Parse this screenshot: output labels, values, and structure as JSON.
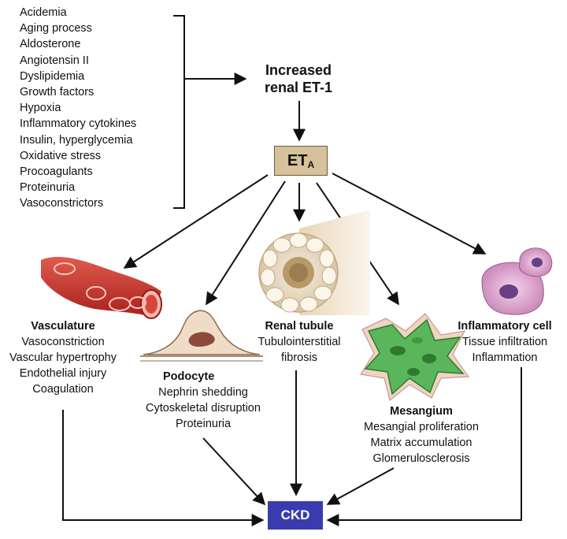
{
  "risk_factors": [
    "Acidemia",
    "Aging process",
    "Aldosterone",
    "Angiotensin II",
    "Dyslipidemia",
    "Growth factors",
    "Hypoxia",
    "Inflammatory cytokines",
    "Insulin, hyperglycemia",
    "Oxidative stress",
    "Procoagulants",
    "Proteinuria",
    "Vasoconstrictors"
  ],
  "increased_et1": {
    "line1": "Increased",
    "line2": "renal ET-1"
  },
  "eta": {
    "main": "ET",
    "sub": "A"
  },
  "vasculature": {
    "title": "Vasculature",
    "effects": [
      "Vasoconstriction",
      "Vascular hypertrophy",
      "Endothelial injury",
      "Coagulation"
    ]
  },
  "podocyte": {
    "title": "Podocyte",
    "effects": [
      "Nephrin shedding",
      "Cytoskeletal disruption",
      "Proteinuria"
    ]
  },
  "renal_tubule": {
    "title": "Renal tubule",
    "effects": [
      "Tubulointerstitial",
      "fibrosis"
    ]
  },
  "mesangium": {
    "title": "Mesangium",
    "effects": [
      "Mesangial proliferation",
      "Matrix accumulation",
      "Glomerulosclerosis"
    ]
  },
  "inflammatory_cell": {
    "title": "Inflammatory cell",
    "effects": [
      "Tissue infiltration",
      "Inflammation"
    ]
  },
  "ckd": "CKD",
  "colors": {
    "eta_box": "#d7c19a",
    "ckd_box": "#3b3bb0",
    "vessel": "#c8342c",
    "podocyte": "#b88f6a",
    "mesangium": "#5bb55b",
    "inflammatory": "#c67fb4"
  }
}
